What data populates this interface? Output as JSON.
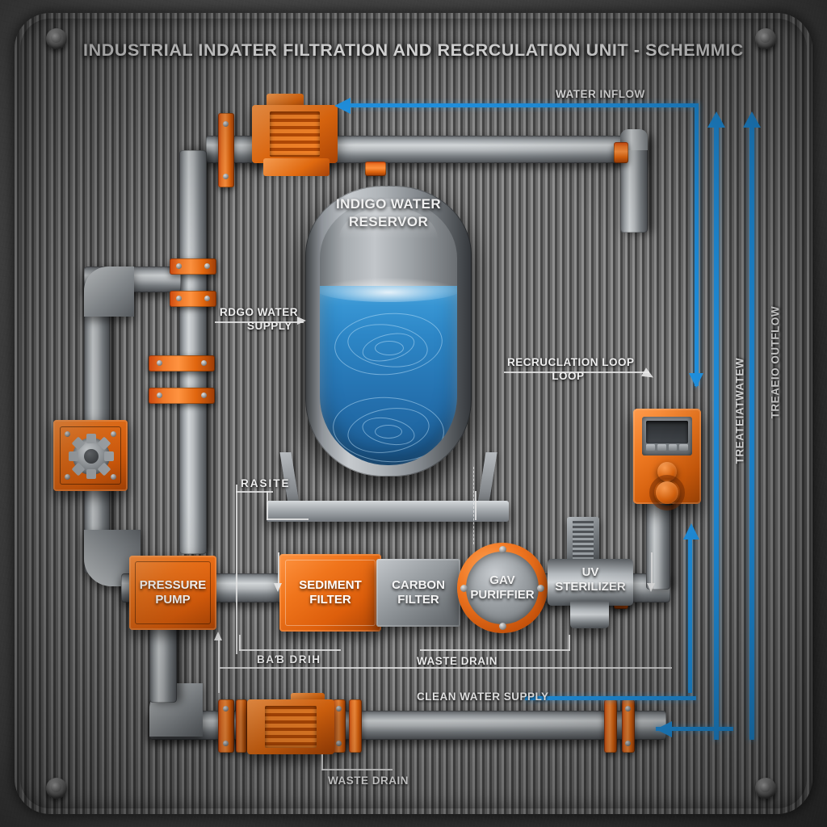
{
  "title": "INDUSTRIAL INDATER FILTRATION AND RECRCULATION UNIT - SCHEMMIC",
  "tank": {
    "label": "INDIGO WATER\nRESERVOR"
  },
  "components": {
    "pressure_pump": "PRESSURE\nPUMP",
    "sediment_filter": "SEDIMENT\nFILTER",
    "carbon_filter": "CARBON\nFILTER",
    "gav_purifier": "GAV\nPURIFFIER",
    "uv_sterilizer": "UV\nSTERILIZER"
  },
  "flow_labels": {
    "water_inflow": "WATER INFLOW",
    "rdgo_water_supply": "RDGO WATER\n        SUPPLY",
    "recirculation_loop": "RECRUCLATION LOOP\n             LOOP",
    "raste": "RASITE",
    "bad_drain": "BAƁ DRIH",
    "waste_drain_mid": "WASTE DRAIN",
    "clean_water_supply": "CLEAN WATER SUPPLY",
    "waste_drain_bottom": "WASTE DRAIN",
    "treated_water_vertical": "TREATEIATWATEW",
    "treated_outflow_vertical": "TREAEIO OUTFLOW"
  },
  "colors": {
    "accent_orange": "#ef7a22",
    "flow_blue": "#2196e8",
    "water_blue": "#2d86c6",
    "steel": "#a9aeb2",
    "label_text": "#eeeeee"
  }
}
